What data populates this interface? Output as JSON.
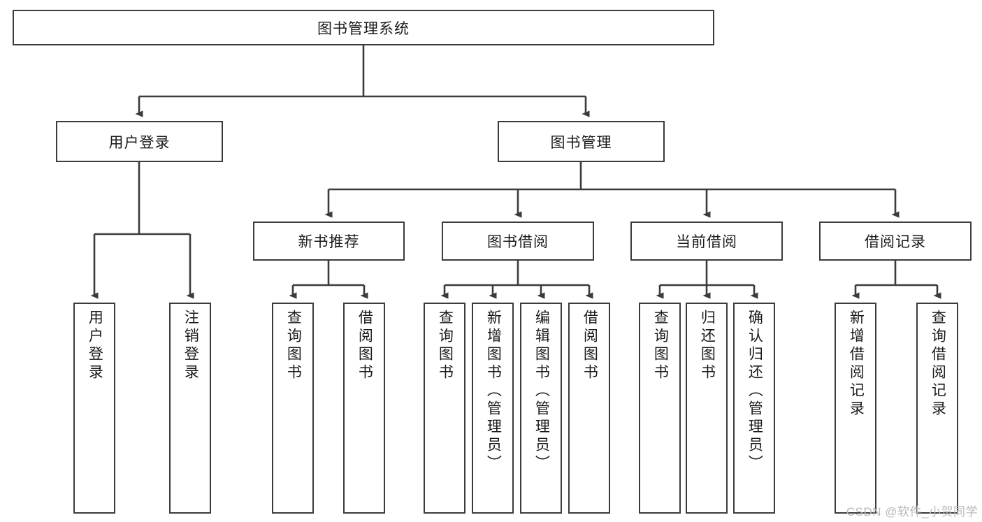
{
  "diagram": {
    "title": "图书管理系统",
    "watermark": "CSDN @软件_小贺同学",
    "nodes": {
      "root": {
        "label": "图书管理系统"
      },
      "level1": [
        {
          "id": "user-login",
          "label": "用户登录"
        },
        {
          "id": "book-management",
          "label": "图书管理"
        }
      ],
      "level2": [
        {
          "id": "new-book-recommend",
          "label": "新书推荐"
        },
        {
          "id": "book-borrow",
          "label": "图书借阅"
        },
        {
          "id": "current-borrow",
          "label": "当前借阅"
        },
        {
          "id": "borrow-record",
          "label": "借阅记录"
        }
      ],
      "level3": {
        "user_login": [
          {
            "id": "leaf-user-login",
            "label": "用户登录"
          },
          {
            "id": "leaf-logout",
            "label": "注销登录"
          }
        ],
        "new_book_recommend": [
          {
            "id": "leaf-query-book-1",
            "label": "查询图书"
          },
          {
            "id": "leaf-borrow-book-1",
            "label": "借阅图书"
          }
        ],
        "book_borrow": [
          {
            "id": "leaf-query-book-2",
            "label": "查询图书"
          },
          {
            "id": "leaf-add-book",
            "label": "新增图书（管理员）"
          },
          {
            "id": "leaf-edit-book",
            "label": "编辑图书（管理员）"
          },
          {
            "id": "leaf-borrow-book-2",
            "label": "借阅图书"
          }
        ],
        "current_borrow": [
          {
            "id": "leaf-query-book-3",
            "label": "查询图书"
          },
          {
            "id": "leaf-return-book",
            "label": "归还图书"
          },
          {
            "id": "leaf-confirm-return",
            "label": "确认归还（管理员）"
          }
        ],
        "borrow_record": [
          {
            "id": "leaf-add-record",
            "label": "新增借阅记录"
          },
          {
            "id": "leaf-query-record",
            "label": "查询借阅记录"
          }
        ]
      }
    },
    "colors": {
      "stroke": "#3b3b3b",
      "background": "#ffffff",
      "text": "#1a1a1a",
      "watermark": "#b9b9b9"
    }
  }
}
